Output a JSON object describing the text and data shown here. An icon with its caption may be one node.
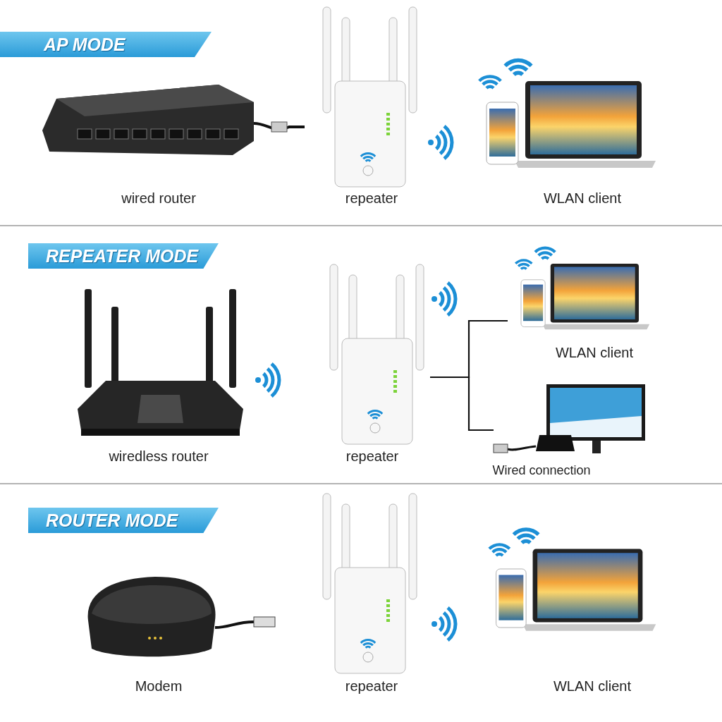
{
  "diagram": {
    "nodes": [
      {
        "text": [
          "AP MODE"
        ]
      },
      {
        "text": [],
        "shape": "picture",
        "beside": [
          "wired router"
        ]
      },
      {
        "text": [],
        "shape": "picture",
        "beside": [
          "repeater"
        ]
      },
      {
        "text": [],
        "shape": "picture",
        "beside": [
          "WLAN client"
        ]
      },
      {
        "text": [
          "REPEATER MODE"
        ]
      },
      {
        "text": [],
        "shape": "picture",
        "beside": [
          "wiredless router"
        ]
      },
      {
        "text": [],
        "shape": "picture",
        "beside": [
          "repeater"
        ]
      },
      {
        "text": [],
        "shape": "picture",
        "beside": [
          "WLAN client"
        ]
      },
      {
        "text": [],
        "shape": "picture",
        "beside": [
          "Wired connection"
        ]
      },
      {
        "text": [
          "ROUTER MODE"
        ]
      },
      {
        "text": [],
        "shape": "picture",
        "beside": [
          "Modem"
        ]
      },
      {
        "text": [],
        "shape": "picture",
        "beside": [
          "repeater"
        ]
      },
      {
        "text": [],
        "shape": "picture",
        "beside": [
          "WLAN client"
        ]
      }
    ],
    "edges": [
      {
        "from": 6,
        "to": 7,
        "arrow": "none"
      },
      {
        "from": 6,
        "to": 8,
        "arrow": "none"
      }
    ]
  }
}
